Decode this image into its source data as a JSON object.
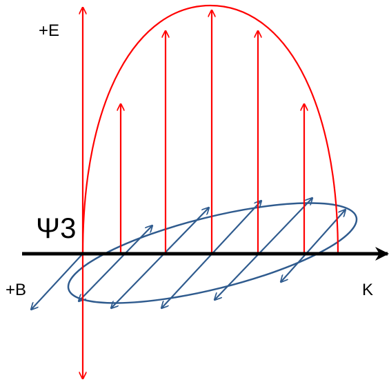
{
  "labels": {
    "e_axis": "+E",
    "b_axis": "+B",
    "k_axis": "K",
    "state": "Ψ3"
  },
  "colors": {
    "electric": "#ff0000",
    "magnetic": "#2f5b8e",
    "axis": "#000000",
    "background": "#ffffff"
  }
}
